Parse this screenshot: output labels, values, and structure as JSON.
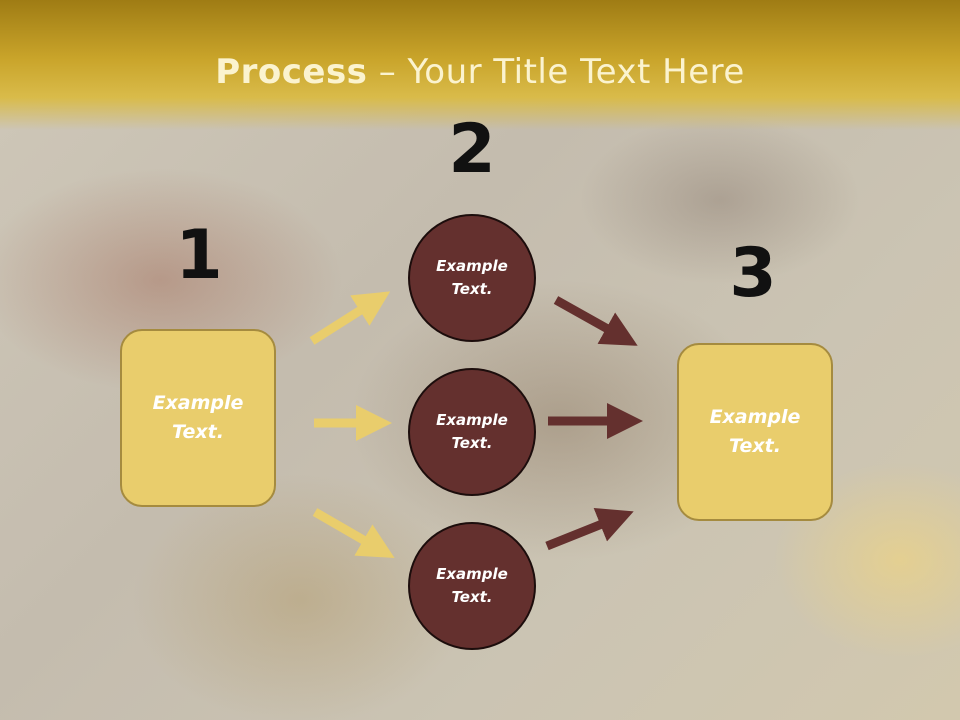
{
  "title": {
    "bold": "Process",
    "rest": " – Your Title Text Here"
  },
  "steps": [
    {
      "number": "1"
    },
    {
      "number": "2"
    },
    {
      "number": "3"
    }
  ],
  "left_box": {
    "text": "Example\nText."
  },
  "circles": [
    {
      "text": "Example\nText."
    },
    {
      "text": "Example\nText."
    },
    {
      "text": "Example\nText."
    }
  ],
  "right_box": {
    "text": "Example\nText."
  },
  "colors": {
    "title_band": "#c9a42a",
    "box_fill": "#e9cd6c",
    "circle_fill": "#64302e",
    "yellow_arrow": "#e9cd6c",
    "dark_arrow": "#64302e"
  }
}
